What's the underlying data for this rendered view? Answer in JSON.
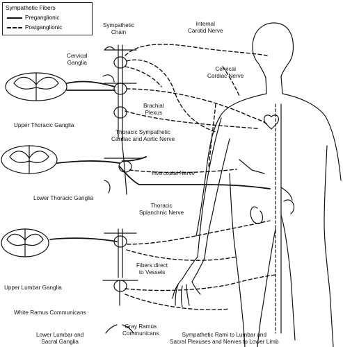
{
  "legend": {
    "title": "Sympathetic Fibers",
    "items": [
      {
        "label": "Preganglionic",
        "style": "solid"
      },
      {
        "label": "Postganglionic",
        "style": "dashed"
      }
    ]
  },
  "labels": {
    "sympathetic_chain": [
      "Sympathetic",
      "Chain"
    ],
    "internal_carotid": [
      "Internal",
      "Carotid Nerve"
    ],
    "cervical_ganglia": [
      "Cervical",
      "Ganglia"
    ],
    "cervical_cardiac": [
      "Cervical",
      "Cardiac Nerve"
    ],
    "brachial_plexus": [
      "Brachial",
      "Plexus"
    ],
    "upper_thoracic_ganglia": "Upper Thoracic Ganglia",
    "thoracic_cardiac_aortic": [
      "Thoracic Sympathetic",
      "Cardiac and Aortic Nerve"
    ],
    "intercostal": "Intercostal Nerve",
    "lower_thoracic_ganglia": "Lower Thoracic Ganglia",
    "thoracic_splanchnic": [
      "Thoracic",
      "Splanchnic Nerve"
    ],
    "fibers_direct": [
      "Fibers direct",
      "to Vessels"
    ],
    "upper_lumbar_ganglia": "Upper Lumbar Ganglia",
    "white_ramus": "White Ramus Communicans",
    "gray_ramus": [
      "Gray Ramus",
      "Communicans"
    ],
    "lower_lumbar": [
      "Lower Lumbar and",
      "Sacral Ganglia"
    ],
    "sympathetic_rami": [
      "Sympathetic Rami to Lumbar and",
      "Sacral Plexuses and Nerves to Lower Limb"
    ]
  },
  "colors": {
    "ink": "#111111",
    "paper": "#ffffff"
  }
}
